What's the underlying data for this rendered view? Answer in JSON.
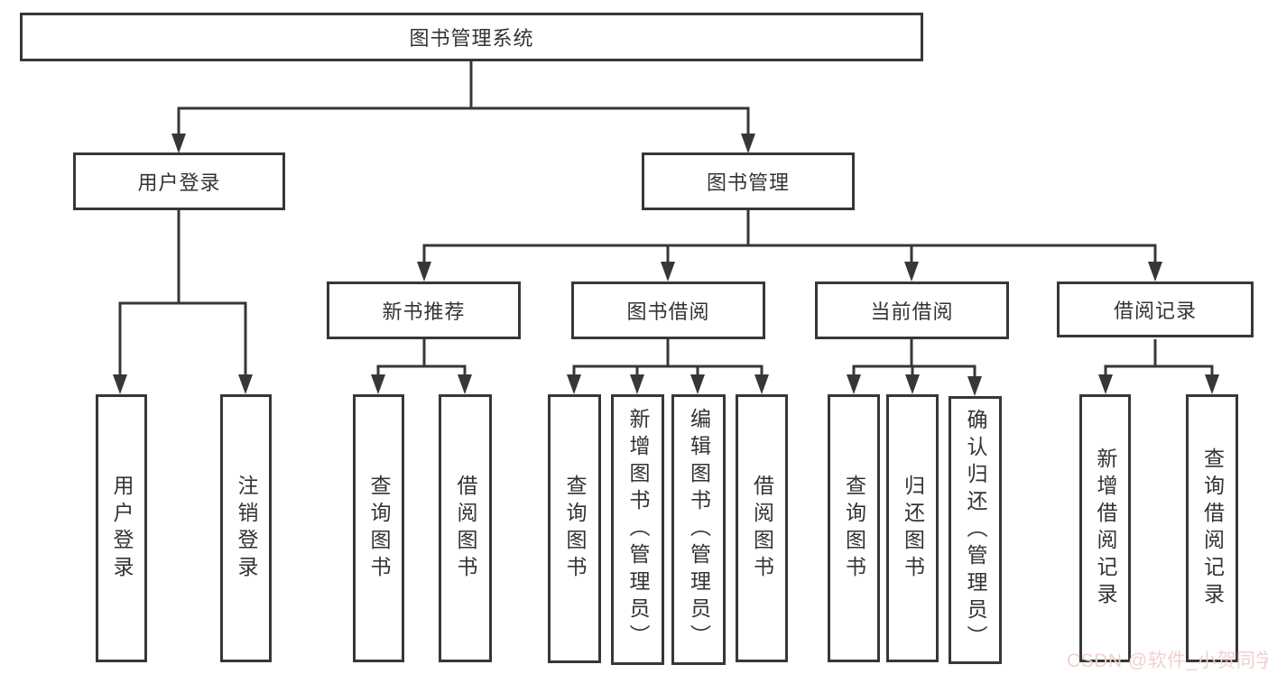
{
  "tree": {
    "label": "图书管理系统",
    "children": [
      {
        "label": "用户登录",
        "children": [
          {
            "label": "用户登录"
          },
          {
            "label": "注销登录"
          }
        ]
      },
      {
        "label": "图书管理",
        "children": [
          {
            "label": "新书推荐",
            "children": [
              {
                "label": "查询图书"
              },
              {
                "label": "借阅图书"
              }
            ]
          },
          {
            "label": "图书借阅",
            "children": [
              {
                "label": "查询图书"
              },
              {
                "label": "新增图书（管理员）"
              },
              {
                "label": "编辑图书（管理员）"
              },
              {
                "label": "借阅图书"
              }
            ]
          },
          {
            "label": "当前借阅",
            "children": [
              {
                "label": "查询图书"
              },
              {
                "label": "归还图书"
              },
              {
                "label": "确认归还（管理员）"
              }
            ]
          },
          {
            "label": "借阅记录",
            "children": [
              {
                "label": "新增借阅记录"
              },
              {
                "label": "查询借阅记录"
              }
            ]
          }
        ]
      }
    ]
  },
  "watermark": "CSDN @软件_小贺同学",
  "colors": {
    "line": "#373737",
    "text": "#333333",
    "background": "#ffffff",
    "watermark": "#f0d2ce"
  }
}
